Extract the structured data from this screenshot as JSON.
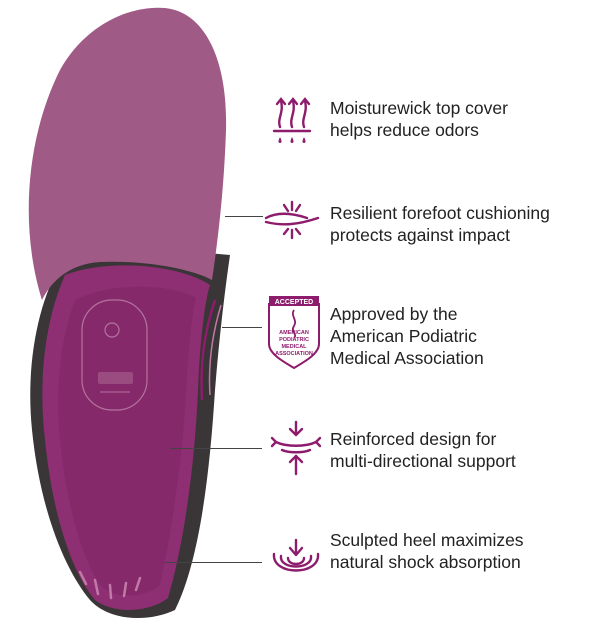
{
  "accent_color": "#8e1c6c",
  "features": [
    {
      "icon": "moisture-wick-icon",
      "lines": [
        "Moisturewick top cover",
        "helps reduce odors"
      ]
    },
    {
      "icon": "forefoot-cushion-icon",
      "lines": [
        "Resilient forefoot cushioning",
        "protects against impact"
      ]
    },
    {
      "icon": "apma-seal-icon",
      "lines": [
        "Approved by the",
        "American Podiatric",
        "Medical Association"
      ]
    },
    {
      "icon": "multi-direction-arrows-icon",
      "lines": [
        "Reinforced design for",
        "multi-directional support"
      ]
    },
    {
      "icon": "heel-shock-icon",
      "lines": [
        "Sculpted heel maximizes",
        "natural shock absorption"
      ]
    }
  ],
  "seal": {
    "top": "ACCEPTED",
    "lines": [
      "AMERICAN",
      "PODIATRIC",
      "MEDICAL",
      "ASSOCIATION"
    ]
  }
}
